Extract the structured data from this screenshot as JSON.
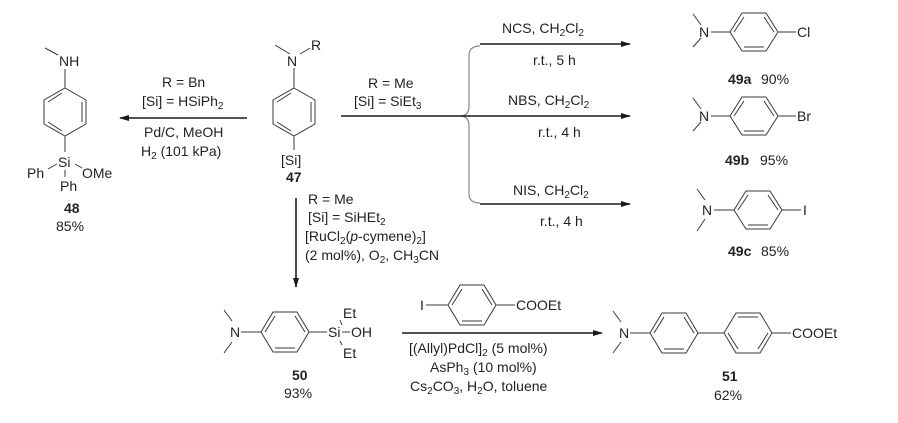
{
  "scheme": {
    "starting_material": {
      "label": "47",
      "substituent_N": "N",
      "substituent_R": "R",
      "silyl": "[Si]"
    },
    "reaction_left": {
      "conditions_above": [
        "R = Bn",
        "[Si] = HSiPh",
        "2"
      ],
      "conditions_below": [
        "Pd/C, MeOH",
        "H",
        "2",
        " (101 kPa)"
      ],
      "product": {
        "label": "48",
        "yield": "85%",
        "amine": "NH",
        "si": "Si",
        "ph1": "Ph",
        "ph2": "Ph",
        "ome": "OMe"
      }
    },
    "reaction_right": {
      "conditions_above": [
        "R = Me",
        "[Si] = SiEt",
        "3"
      ],
      "branches": [
        {
          "reagent": "NCS, CH",
          "sub1": "2",
          "mid": "Cl",
          "sub2": "2",
          "cond": "r.t., 5 h",
          "product": {
            "label": "49a",
            "yield": "90%",
            "halogen": "Cl",
            "amine": "N"
          }
        },
        {
          "reagent": "NBS, CH",
          "sub1": "2",
          "mid": "Cl",
          "sub2": "2",
          "cond": "r.t., 4 h",
          "product": {
            "label": "49b",
            "yield": "95%",
            "halogen": "Br",
            "amine": "N"
          }
        },
        {
          "reagent": "NIS, CH",
          "sub1": "2",
          "mid": "Cl",
          "sub2": "2",
          "cond": "r.t., 4 h",
          "product": {
            "label": "49c",
            "yield": "85%",
            "halogen": "I",
            "amine": "N"
          }
        }
      ]
    },
    "reaction_down": {
      "line1": "R = Me",
      "line2_a": "[Si] = SiHEt",
      "line2_sub": "2",
      "line3_a": "[RuCl",
      "line3_sub1": "2",
      "line3_b": "(",
      "line3_it": "p",
      "line3_c": "-cymene)",
      "line3_sub2": "2",
      "line3_d": "]",
      "line4_a": "(2 mol%), O",
      "line4_sub1": "2",
      "line4_b": ", CH",
      "line4_sub2": "3",
      "line4_c": "CN",
      "product": {
        "label": "50",
        "yield": "93%",
        "amine": "N",
        "si": "Si",
        "oh": "OH",
        "et1": "Et",
        "et2": "Et"
      }
    },
    "reaction_coupling": {
      "reagent_I": "I",
      "reagent_ester": "COOEt",
      "line1_a": "[(Allyl)PdCl]",
      "line1_sub": "2",
      "line1_b": " (5 mol%)",
      "line2_a": "AsPh",
      "line2_sub": "3",
      "line2_b": " (10 mol%)",
      "line3_a": "Cs",
      "line3_sub1": "2",
      "line3_b": "CO",
      "line3_sub2": "3",
      "line3_c": ", H",
      "line3_sub3": "2",
      "line3_d": "O, toluene",
      "product": {
        "label": "51",
        "yield": "62%",
        "amine": "N",
        "ester": "COOEt"
      }
    }
  }
}
